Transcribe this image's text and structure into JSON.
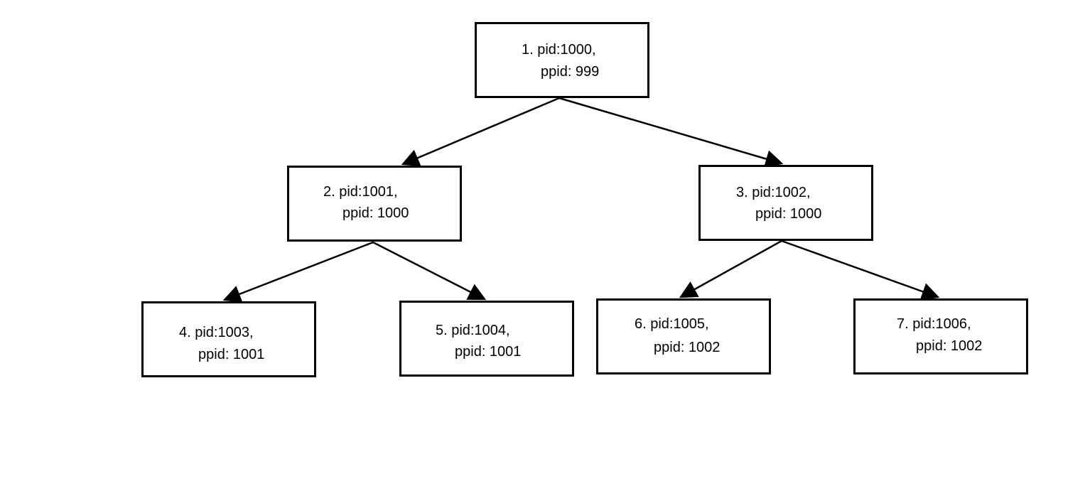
{
  "diagram": {
    "nodes": [
      {
        "id": "n1",
        "line1": "1. pid:1000,",
        "line2": "ppid: 999"
      },
      {
        "id": "n2",
        "line1": "2. pid:1001,",
        "line2": "ppid: 1000"
      },
      {
        "id": "n3",
        "line1": "3. pid:1002,",
        "line2": "ppid: 1000"
      },
      {
        "id": "n4",
        "line1": "4. pid:1003,",
        "line2": "ppid: 1001"
      },
      {
        "id": "n5",
        "line1": "5. pid:1004,",
        "line2": "ppid: 1001"
      },
      {
        "id": "n6",
        "line1": "6. pid:1005,",
        "line2": "ppid: 1002"
      },
      {
        "id": "n7",
        "line1": "7. pid:1006,",
        "line2": "ppid: 1002"
      }
    ],
    "edges": [
      {
        "from": "n1",
        "to": "n2"
      },
      {
        "from": "n1",
        "to": "n3"
      },
      {
        "from": "n2",
        "to": "n4"
      },
      {
        "from": "n2",
        "to": "n5"
      },
      {
        "from": "n3",
        "to": "n6"
      },
      {
        "from": "n3",
        "to": "n7"
      }
    ],
    "colors": {
      "line": "#000000",
      "box_border": "#000000",
      "background": "#ffffff"
    }
  }
}
